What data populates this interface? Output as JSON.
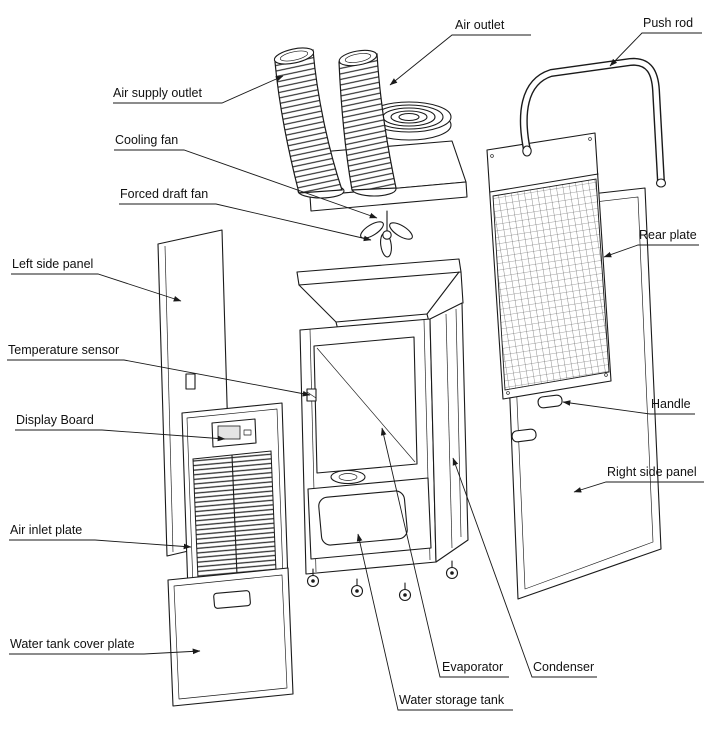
{
  "colors": {
    "line": "#1a1a1a",
    "background": "#ffffff"
  },
  "diagram": {
    "type": "exploded-view",
    "labels": [
      {
        "id": "air-supply-outlet",
        "text": "Air supply outlet"
      },
      {
        "id": "air-outlet",
        "text": "Air outlet"
      },
      {
        "id": "push-rod",
        "text": "Push rod"
      },
      {
        "id": "cooling-fan",
        "text": "Cooling fan"
      },
      {
        "id": "forced-draft-fan",
        "text": "Forced draft fan"
      },
      {
        "id": "rear-plate",
        "text": "Rear plate"
      },
      {
        "id": "left-side-panel",
        "text": "Left side panel"
      },
      {
        "id": "temperature-sensor",
        "text": "Temperature sensor"
      },
      {
        "id": "display-board",
        "text": "Display Board"
      },
      {
        "id": "handle",
        "text": "Handle"
      },
      {
        "id": "right-side-panel",
        "text": "Right side panel"
      },
      {
        "id": "air-inlet-plate",
        "text": "Air inlet plate"
      },
      {
        "id": "water-tank-cover-plate",
        "text": "Water tank cover plate"
      },
      {
        "id": "evaporator",
        "text": "Evaporator"
      },
      {
        "id": "condenser",
        "text": "Condenser"
      },
      {
        "id": "water-storage-tank",
        "text": "Water storage tank"
      }
    ]
  }
}
